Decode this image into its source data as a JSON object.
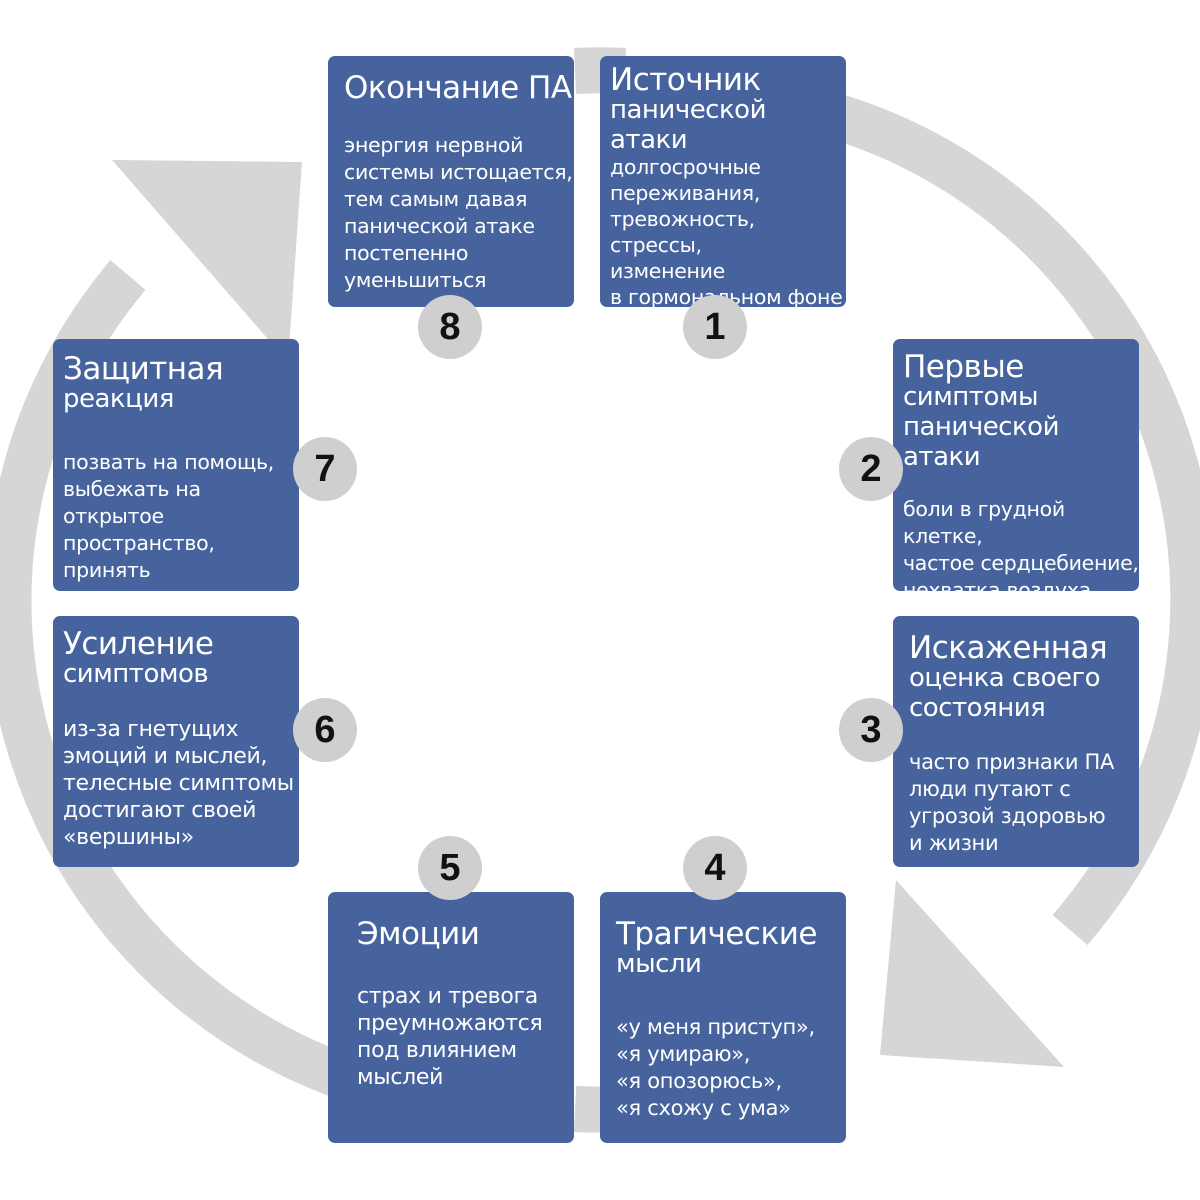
{
  "colors": {
    "card_fill": "#46639e",
    "card_text": "#ffffff",
    "ring": "#d6d6d6",
    "badge_fill": "#cfcfcf",
    "badge_text": "#111111"
  },
  "arrows": [
    "arrowhead-top-left",
    "arrowhead-bottom-right"
  ],
  "steps": [
    {
      "number": "1",
      "title_line1": "Источник",
      "title_line2": "панической атаки",
      "description": "долгосрочные\nпереживания,\nтревожность, стрессы,\nизменение\nв гормональном фоне"
    },
    {
      "number": "2",
      "title_line1": "Первые",
      "title_line2": "симптомы\nпанической\nатаки",
      "description": "боли в грудной клетке,\nчастое сердцебиение,\nнехватка воздуха"
    },
    {
      "number": "3",
      "title_line1": "Искаженная",
      "title_line2": "оценка своего\nсостояния",
      "description": "часто признаки ПА\nлюди путают с\nугрозой здоровью\n и жизни"
    },
    {
      "number": "4",
      "title_line1": "Трагические",
      "title_line2": "мысли",
      "description": "«у меня приступ»,\n«я умираю»,\n«я опозорюсь»,\n«я схожу с ума»"
    },
    {
      "number": "5",
      "title_line1": "Эмоции",
      "title_line2": "",
      "description": "страх и тревога\nпреумножаются\nпод влиянием\nмыслей"
    },
    {
      "number": "6",
      "title_line1": "Усиление",
      "title_line2": "симптомов",
      "description": "из-за гнетущих\nэмоций и мыслей,\nтелесные симптомы\nдостигают своей\n«вершины»"
    },
    {
      "number": "7",
      "title_line1": "Защитная",
      "title_line2": "реакция",
      "description": "позвать на помощь,\nвыбежать на открытое\nпространство,\nпринять медикаменты,\nвызвать врача"
    },
    {
      "number": "8",
      "title_line1": "Окончание ПА",
      "title_line2": "",
      "description": "энергия нервной\nсистемы истощается,\nтем самым давая\nпанической атаке\nпостепенно\nуменьшиться"
    }
  ]
}
